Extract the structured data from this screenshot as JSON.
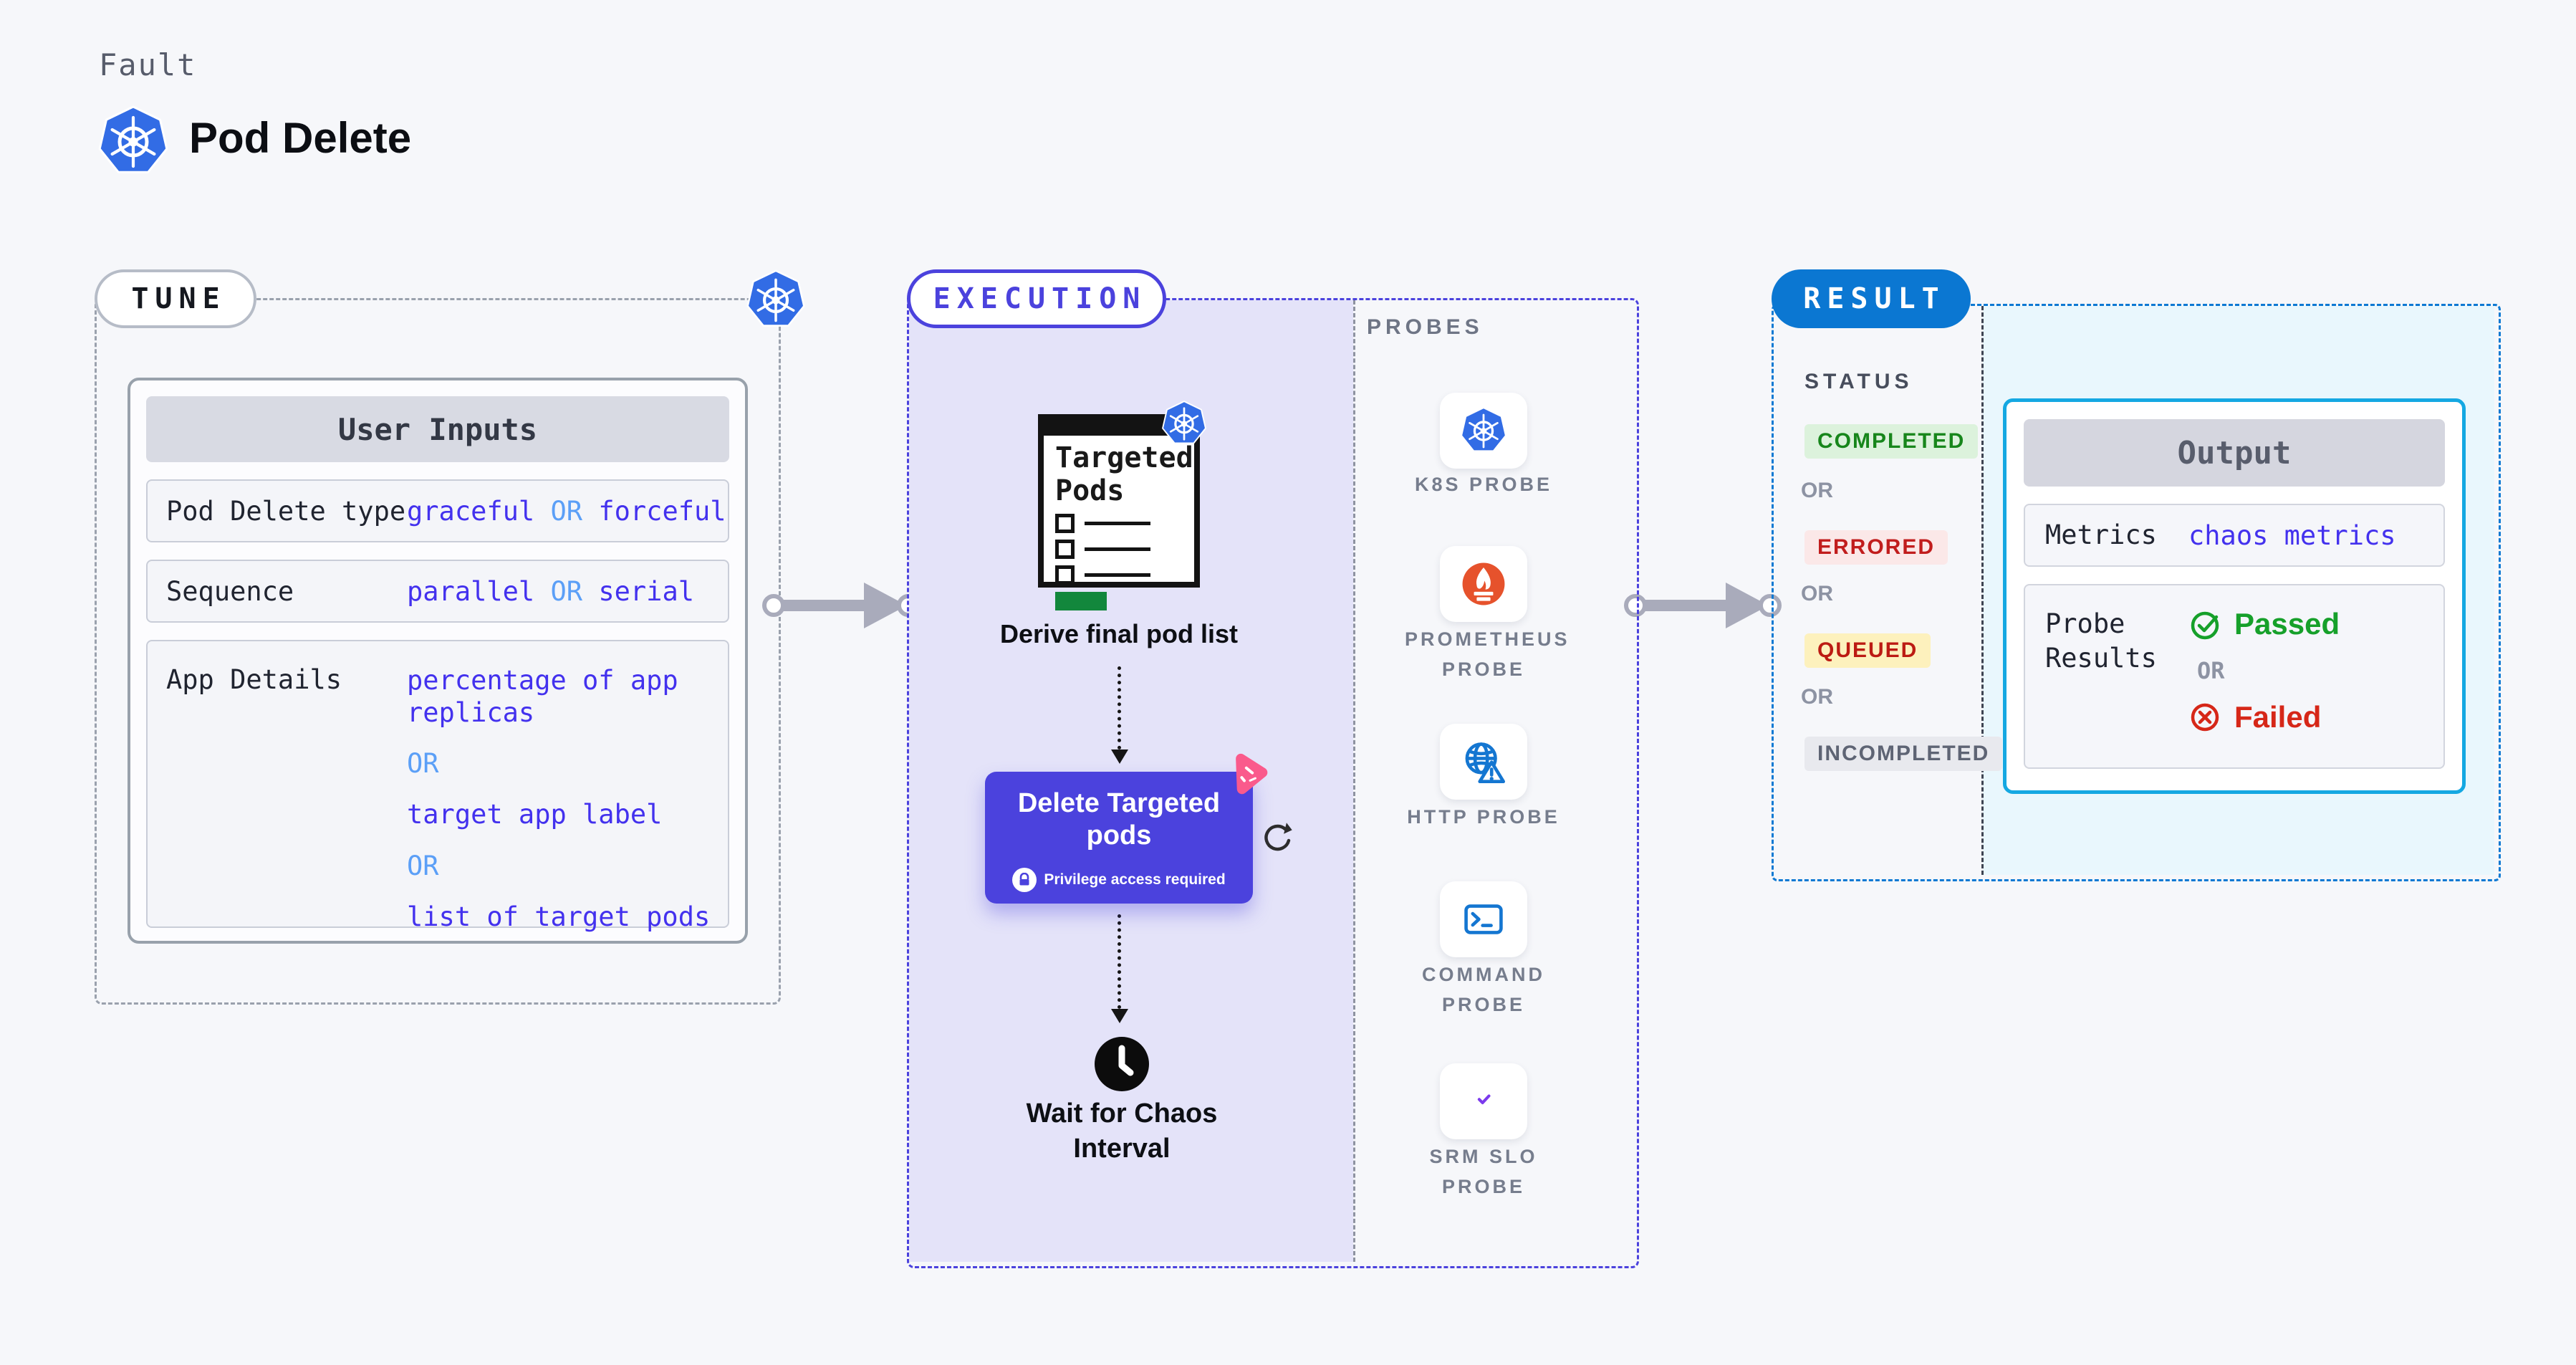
{
  "page": {
    "eyebrow": "Fault",
    "title": "Pod Delete"
  },
  "colors": {
    "accent_indigo": "#4b42dd",
    "result_blue": "#0b77d2",
    "value_blue": "#4331ee",
    "or_light_blue": "#5b9ff7",
    "passed_green": "#16a02a",
    "failed_red": "#d62718",
    "output_border_cyan": "#15a8e2",
    "k8s_blue": "#326ce5",
    "prometheus_orange": "#e6522c",
    "chaos_pink": "#fa5a8c",
    "lavender_panel": "#e4e3f9",
    "result_panel_cyan": "#e9f7fd"
  },
  "tune": {
    "label": "TUNE",
    "table": {
      "title": "User Inputs",
      "row1": {
        "label": "Pod Delete type",
        "v1": "graceful",
        "or": "OR",
        "v2": "forceful"
      },
      "row2": {
        "label": "Sequence",
        "v1": "parallel",
        "or": "OR",
        "v2": "serial"
      },
      "row3": {
        "label": "App Details",
        "v1": "percentage of app replicas",
        "or1": "OR",
        "v2": "target app label",
        "or2": "OR",
        "v3": "list of target pods"
      }
    }
  },
  "execution": {
    "label": "EXECUTION",
    "clipboard": {
      "line1": "Targeted",
      "line2": "Pods"
    },
    "derive_label": "Derive final pod list",
    "delete_step": {
      "title": "Delete Targeted pods",
      "note": "Privilege access required"
    },
    "wait_label": "Wait for Chaos Interval",
    "probes_title": "PROBES",
    "probes": [
      {
        "label": "K8S PROBE",
        "icon": "kubernetes-icon"
      },
      {
        "label": "PROMETHEUS PROBE",
        "icon": "prometheus-icon"
      },
      {
        "label": "HTTP PROBE",
        "icon": "http-globe-warning-icon"
      },
      {
        "label": "COMMAND PROBE",
        "icon": "terminal-icon"
      },
      {
        "label": "SRM SLO PROBE",
        "icon": "slo-pie-check-icon"
      }
    ]
  },
  "result": {
    "label": "RESULT",
    "status_title": "STATUS",
    "or": "OR",
    "statuses": [
      {
        "label": "COMPLETED",
        "fg": "#17861b",
        "bg": "#dcf2dc"
      },
      {
        "label": "ERRORED",
        "fg": "#c11d1d",
        "bg": "#fbe8e8"
      },
      {
        "label": "QUEUED",
        "fg": "#bc1b13",
        "bg": "#fdf1bd"
      },
      {
        "label": "INCOMPLETED",
        "fg": "#5e6474",
        "bg": "#e8e9ee"
      }
    ],
    "output": {
      "title": "Output",
      "metrics_label": "Metrics",
      "metrics_value": "chaos metrics",
      "probe_results_label": "Probe Results",
      "passed": "Passed",
      "or": "OR",
      "failed": "Failed"
    }
  }
}
